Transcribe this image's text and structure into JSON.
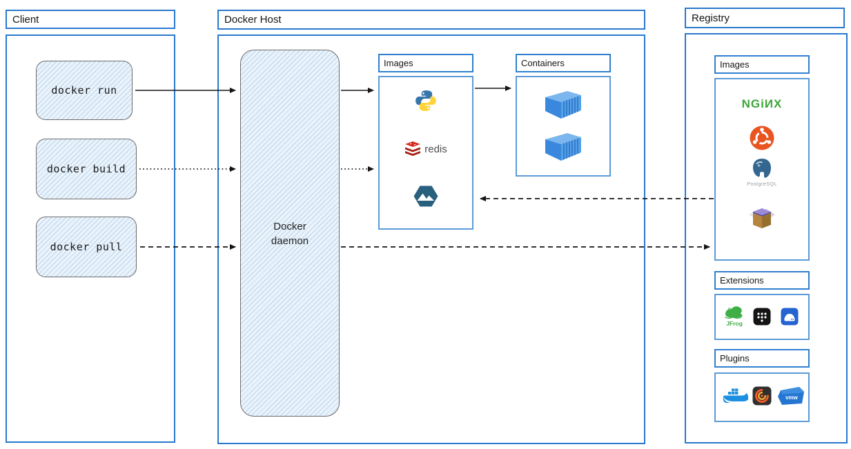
{
  "colors": {
    "border_blue": "#2878cf",
    "panel_body_blue": "#5b9ad8",
    "sketch_fill": "#eaf3fb",
    "sketch_stroke": "#6a6a6a",
    "arrow_black": "#141414",
    "nginx_green": "#3da53a",
    "redis_red": "#d82c20",
    "ubuntu_orange": "#e95420"
  },
  "client": {
    "title": "Client",
    "commands": [
      {
        "label": "docker run"
      },
      {
        "label": "docker build"
      },
      {
        "label": "docker pull"
      }
    ]
  },
  "docker_host": {
    "title": "Docker Host",
    "daemon_label": "Docker daemon",
    "images_panel": {
      "title": "Images",
      "items": [
        {
          "icon": "python-icon",
          "label": ""
        },
        {
          "icon": "redis-icon",
          "label": "redis"
        },
        {
          "icon": "alpine-icon",
          "label": ""
        }
      ]
    },
    "containers_panel": {
      "title": "Containers",
      "items": [
        {
          "icon": "container-icon"
        },
        {
          "icon": "container-icon"
        }
      ]
    }
  },
  "registry": {
    "title": "Registry",
    "images_panel": {
      "title": "Images",
      "items": [
        {
          "icon": "nginx-icon",
          "label": "NGiИX"
        },
        {
          "icon": "ubuntu-icon",
          "label": ""
        },
        {
          "icon": "postgresql-icon",
          "label": "PostgreSQL"
        },
        {
          "icon": "package-box-icon",
          "label": ""
        }
      ]
    },
    "extensions_panel": {
      "title": "Extensions",
      "items": [
        {
          "icon": "jfrog-icon",
          "label": "JFrog"
        },
        {
          "icon": "app-grid-icon",
          "label": ""
        },
        {
          "icon": "disk-app-icon",
          "label": ""
        }
      ]
    },
    "plugins_panel": {
      "title": "Plugins",
      "items": [
        {
          "icon": "docker-whale-icon",
          "label": ""
        },
        {
          "icon": "grafana-icon",
          "label": ""
        },
        {
          "icon": "vmware-icon",
          "label": "vmw"
        }
      ]
    }
  },
  "arrows": [
    {
      "from": "docker-run-box",
      "to": "docker-daemon",
      "style": "solid"
    },
    {
      "from": "docker-build-box",
      "to": "docker-daemon",
      "style": "dotted"
    },
    {
      "from": "docker-pull-box",
      "to": "docker-daemon",
      "style": "dashed"
    },
    {
      "from": "docker-daemon",
      "to": "host-images-panel",
      "style": "solid"
    },
    {
      "from": "docker-daemon",
      "to": "host-images-panel",
      "style": "dotted"
    },
    {
      "from": "host-images-panel",
      "to": "containers-panel",
      "style": "solid"
    },
    {
      "from": "registry-images-panel",
      "to": "host-images-panel",
      "style": "dashed"
    },
    {
      "from": "docker-daemon",
      "to": "registry-images-panel",
      "style": "dashed"
    }
  ]
}
